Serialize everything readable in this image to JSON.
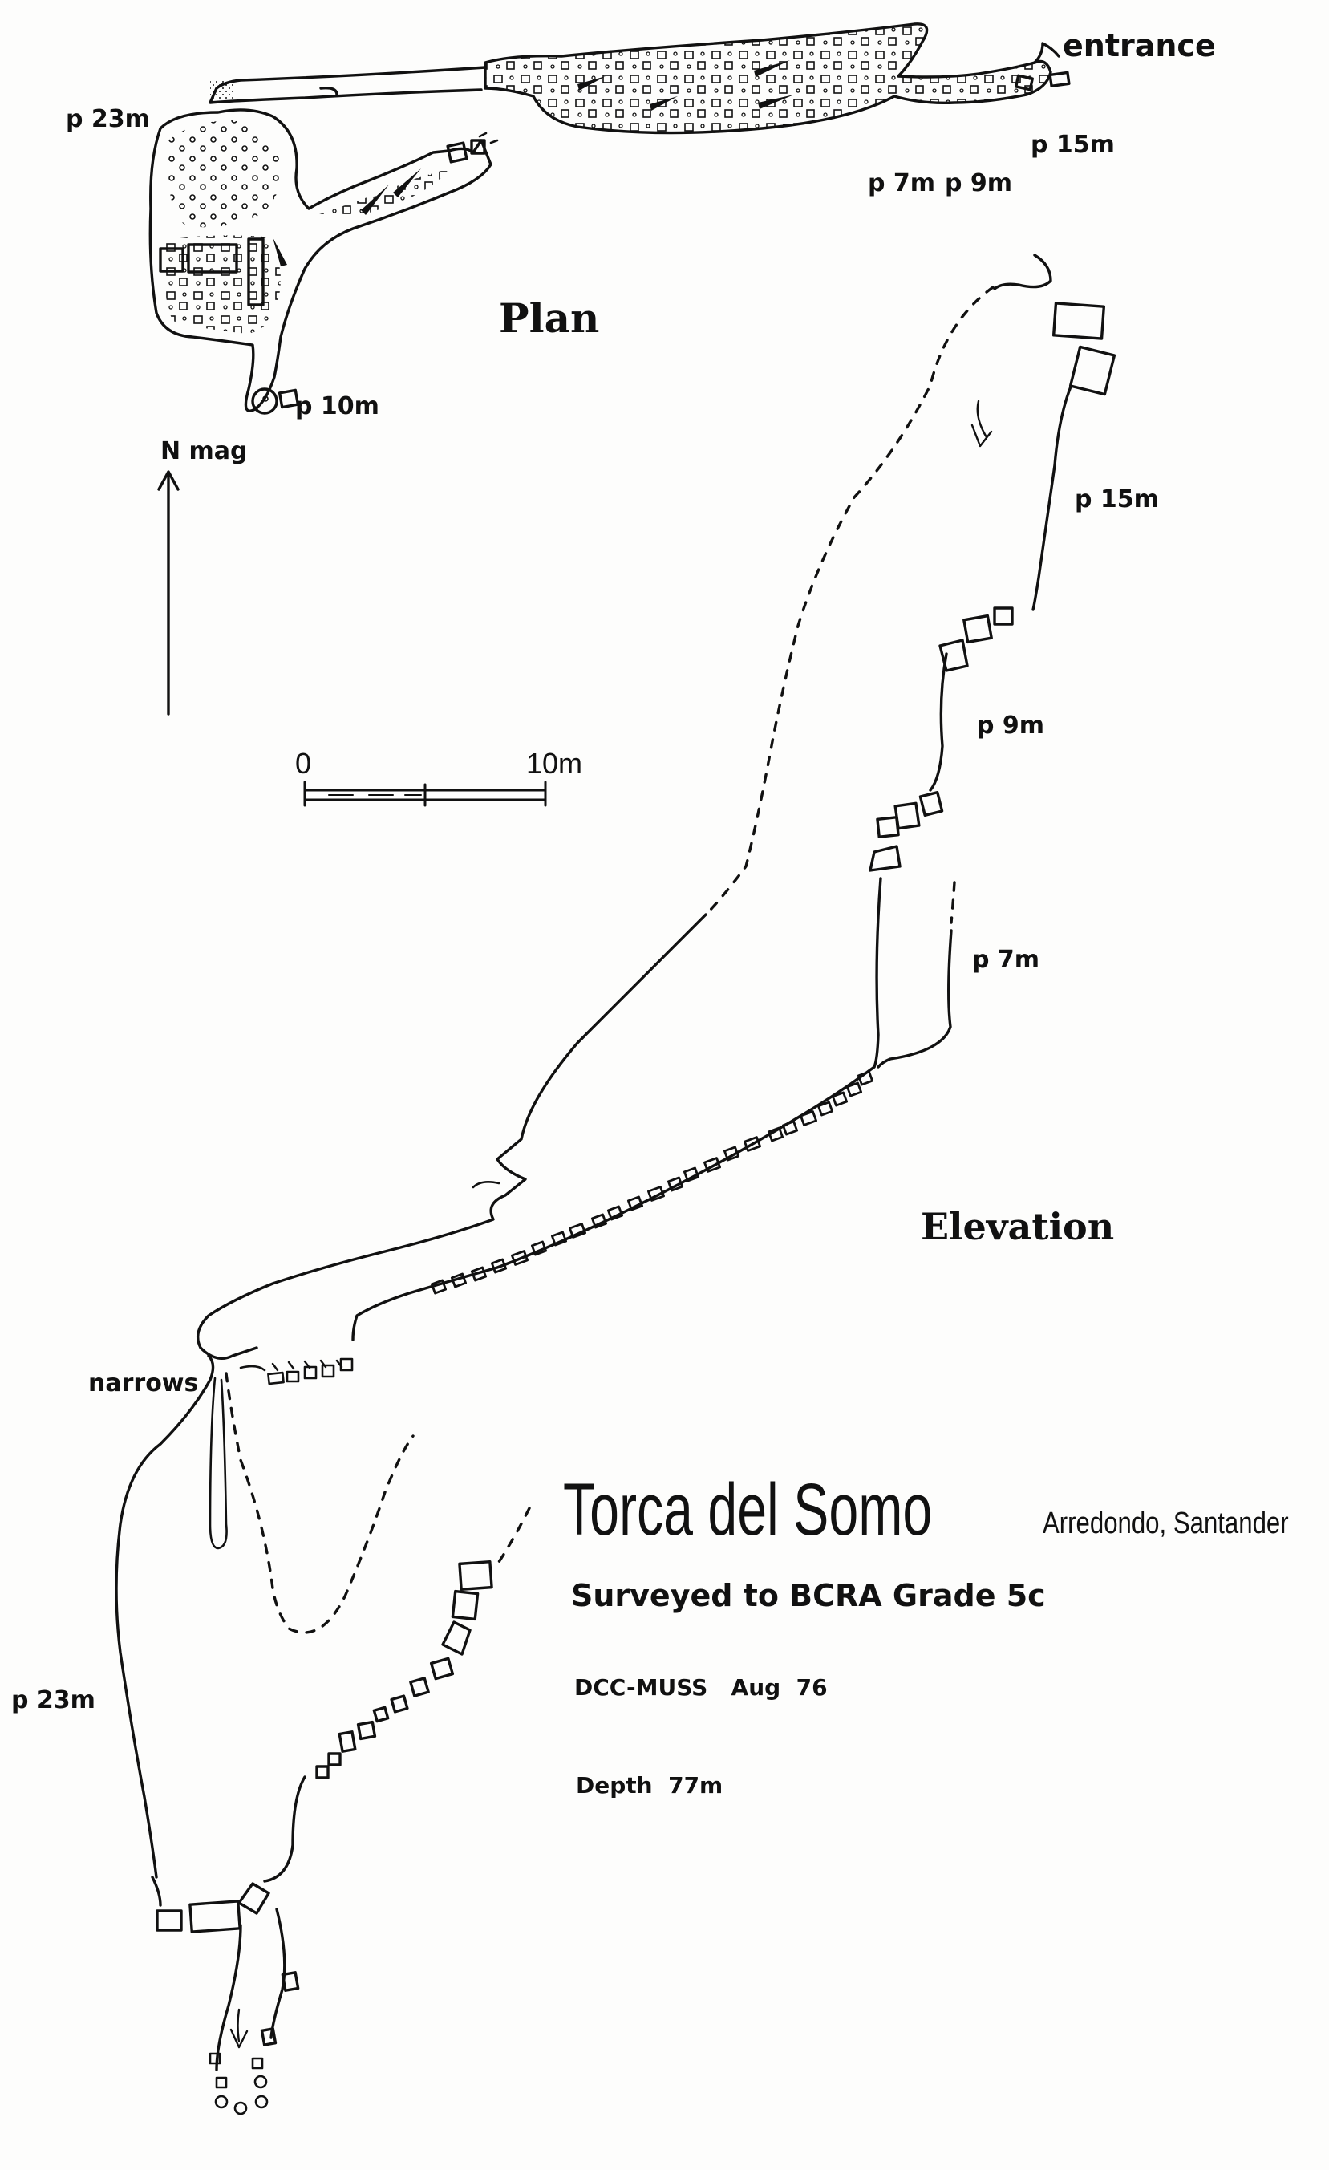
{
  "labels": {
    "entrance": "entrance",
    "p23_plan": "p 23m",
    "p15_plan": "p 15m",
    "p7_plan": "p 7m",
    "p9_plan": "p 9m",
    "p10_plan": "p 10m",
    "plan": "Plan",
    "north": "N mag",
    "scale_zero": "0",
    "scale_ten": "10m",
    "p15_elev": "p 15m",
    "p9_elev": "p 9m",
    "p7_elev": "p 7m",
    "elevation": "Elevation",
    "narrows": "narrows",
    "p23_elev": "p 23m"
  },
  "title": {
    "name": "Torca del Somo",
    "location": "Arredondo, Santander",
    "grade": "Surveyed to BCRA Grade 5c",
    "credit": "DCC-MUSS   Aug  76",
    "depth": "Depth  77m"
  },
  "colors": {
    "ink": "#111111",
    "paper": "#fdfdfc"
  }
}
